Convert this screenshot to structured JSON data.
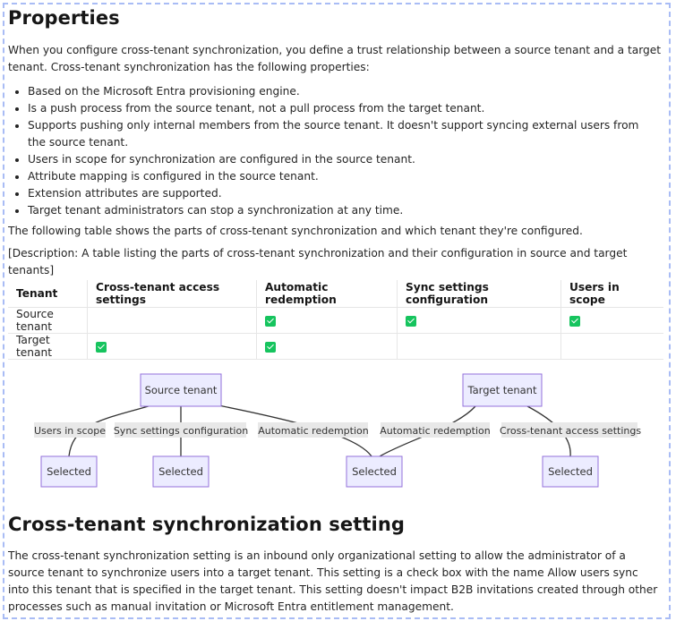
{
  "heading1": "Properties",
  "intro": "When you configure cross-tenant synchronization, you define a trust relationship between a source tenant and a target tenant. Cross-tenant synchronization has the following properties:",
  "bullets": [
    "Based on the Microsoft Entra provisioning engine.",
    "Is a push process from the source tenant, not a pull process from the target tenant.",
    "Supports pushing only internal members from the source tenant. It doesn't support syncing external users from the source tenant.",
    "Users in scope for synchronization are configured in the source tenant.",
    "Attribute mapping is configured in the source tenant.",
    "Extension attributes are supported.",
    "Target tenant administrators can stop a synchronization at any time."
  ],
  "table_intro": "The following table shows the parts of cross-tenant synchronization and which tenant they're configured.",
  "table_description": "[Description: A table listing the parts of cross-tenant synchronization and their configuration in source and target tenants]",
  "table": {
    "headers": [
      "Tenant",
      "Cross-tenant access settings",
      "Automatic redemption",
      "Sync settings configuration",
      "Users in scope"
    ],
    "rows": [
      {
        "tenant": "Source tenant",
        "checks": [
          false,
          true,
          true,
          true
        ]
      },
      {
        "tenant": "Target tenant",
        "checks": [
          true,
          true,
          false,
          false
        ]
      }
    ],
    "check_color": "#16c45e"
  },
  "diagram": {
    "source_node": "Source tenant",
    "target_node": "Target tenant",
    "edge_labels": [
      "Users in scope",
      "Sync settings configuration",
      "Automatic redemption",
      "Automatic redemption",
      "Cross-tenant access settings"
    ],
    "selected_nodes": [
      "Selected",
      "Selected",
      "Selected",
      "Selected"
    ],
    "node_fill": "#ececff",
    "node_stroke": "#9370db"
  },
  "heading2": "Cross-tenant synchronization setting",
  "setting_text": "The cross-tenant synchronization setting is an inbound only organizational setting to allow the administrator of a source tenant to synchronize users into a target tenant. This setting is a check box with the name Allow users sync into this tenant that is specified in the target tenant. This setting doesn't impact B2B invitations created through other processes such as manual invitation or Microsoft Entra entitlement management."
}
